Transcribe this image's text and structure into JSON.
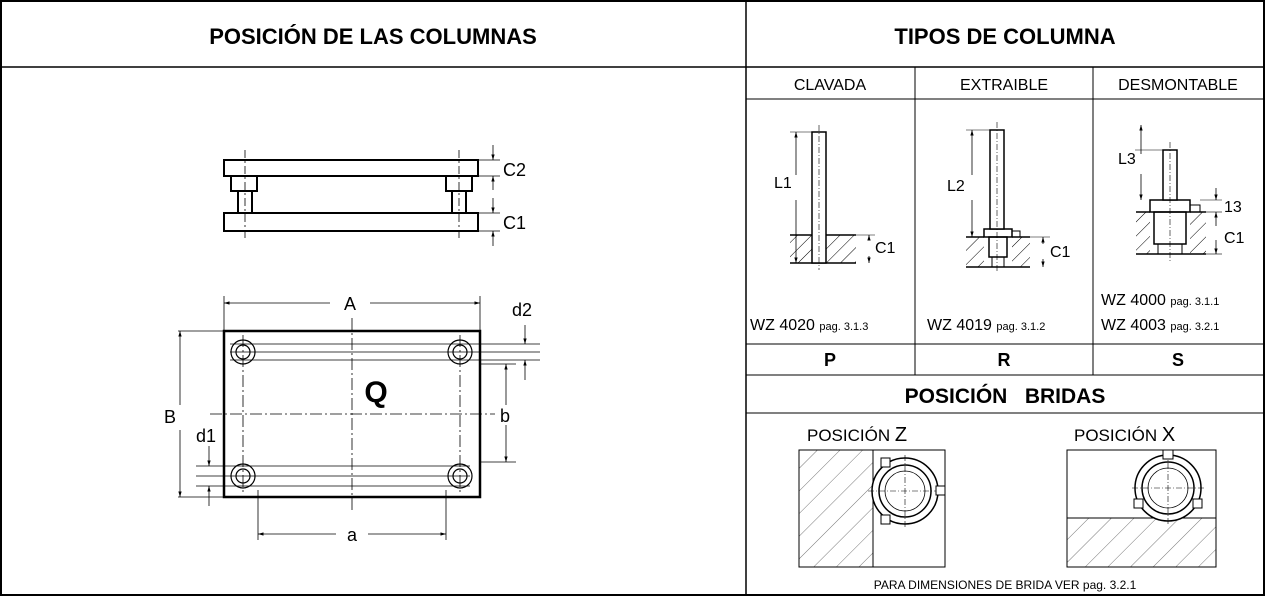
{
  "left_panel": {
    "title": "POSICIÓN DE LAS COLUMNAS",
    "side_view": {
      "c2": "C2",
      "c1": "C1"
    },
    "plan_view": {
      "A": "A",
      "a": "a",
      "B": "B",
      "b": "b",
      "d1": "d1",
      "d2": "d2",
      "Q": "Q"
    }
  },
  "right_panel": {
    "title": "TIPOS DE COLUMNA",
    "columns": [
      {
        "name": "CLAVADA",
        "length": "L1",
        "thickness": "C1",
        "ref": "WZ 4020",
        "pag": "pag. 3.1.3",
        "code": "P"
      },
      {
        "name": "EXTRAIBLE",
        "length": "L2",
        "thickness": "C1",
        "ref": "WZ 4019",
        "pag": "pag. 3.1.2",
        "code": "R"
      },
      {
        "name": "DESMONTABLE",
        "length": "L3",
        "thickness": "C1",
        "extra": "13",
        "ref": "WZ 4000",
        "pag": "pag. 3.1.1",
        "ref2": "WZ 4003",
        "pag2": "pag. 3.2.1",
        "code": "S"
      }
    ],
    "bridas": {
      "title": "POSICIÓN   BRIDAS",
      "pos_z_label": "POSICIÓN",
      "pos_z_letter": "Z",
      "pos_x_label": "POSICIÓN",
      "pos_x_letter": "X",
      "note_main": "PARA DIMENSIONES DE BRIDA VER",
      "note_pag": "pag. 3.2.1"
    }
  }
}
